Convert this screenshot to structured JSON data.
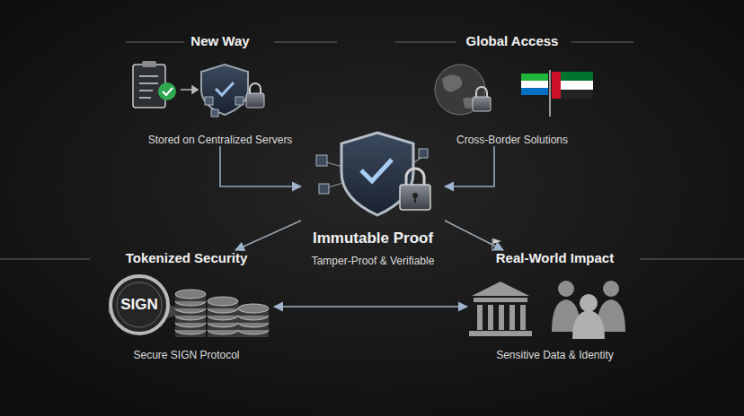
{
  "diagram": {
    "nodes": [
      {
        "text": [
          "New Way",
          "Stored on Centralized Servers"
        ]
      },
      {
        "text": [
          "Global Access",
          "Cross-Border Solutions"
        ]
      },
      {
        "text": [
          "Immutable Proof",
          "Tamper-Proof & Verifiable"
        ]
      },
      {
        "text": [
          "Tokenized Security",
          "Secure SIGN Protocol"
        ]
      },
      {
        "text": [
          "Real-World Impact",
          "Sensitive Data & Identity"
        ]
      }
    ],
    "edges": [
      {
        "from": 0,
        "to": 2,
        "arrow": "to"
      },
      {
        "from": 1,
        "to": 2,
        "arrow": "to"
      },
      {
        "from": 2,
        "to": 3,
        "arrow": "to"
      },
      {
        "from": 2,
        "to": 4,
        "arrow": "to"
      },
      {
        "from": 3,
        "to": 4,
        "arrow": "both"
      }
    ],
    "labels": [
      "SIGN"
    ]
  }
}
